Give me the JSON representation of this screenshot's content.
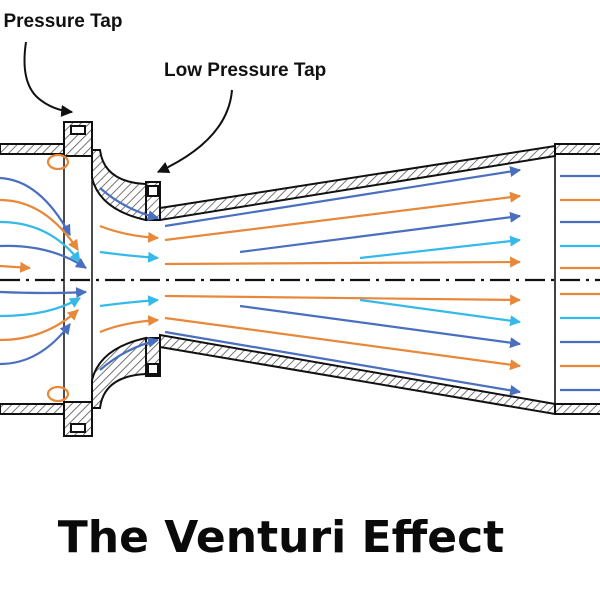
{
  "labels": {
    "high_tap": "High Pressure Tap",
    "low_tap": "Low Pressure Tap"
  },
  "title": "The Venturi Effect",
  "colors": {
    "outline": "#111111",
    "hatch": "#444444",
    "centerline": "#111111",
    "stream_orange": "#e8883a",
    "stream_blue": "#4a6fbf",
    "stream_cyan": "#35b9e8",
    "eddy": "#e8883a"
  }
}
